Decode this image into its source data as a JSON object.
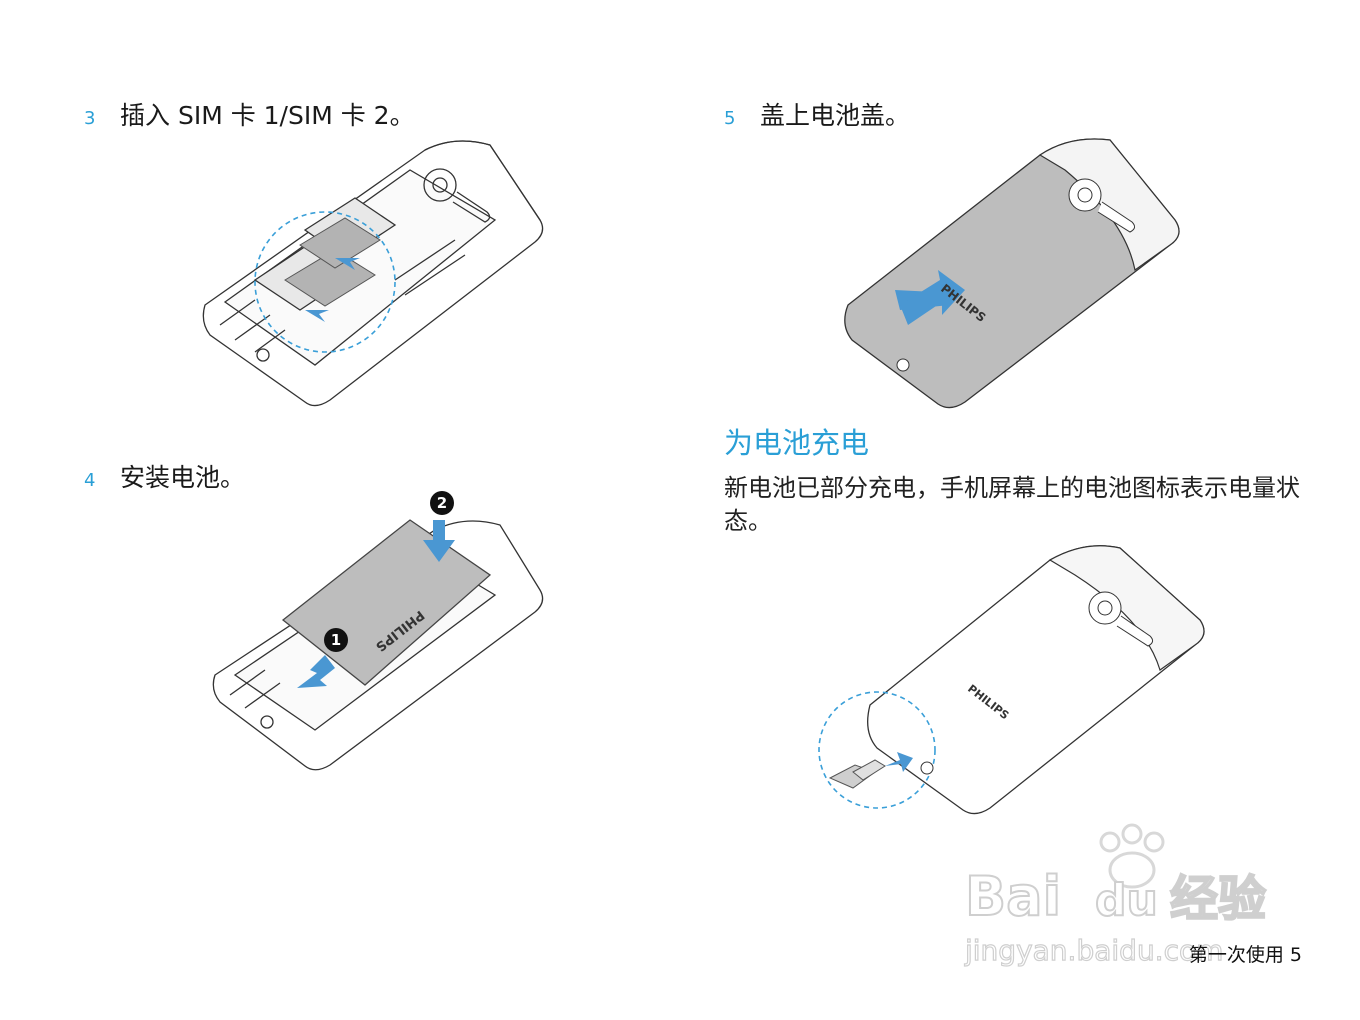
{
  "steps": [
    {
      "num": "3",
      "text": "插入 SIM 卡 1/SIM 卡 2。"
    },
    {
      "num": "4",
      "text": "安装电池。"
    },
    {
      "num": "5",
      "text": "盖上电池盖。"
    }
  ],
  "section": {
    "title": "为电池充电",
    "body": "新电池已部分充电，手机屏幕上的电池图标表示电量状态。"
  },
  "illustrations": {
    "battery_brand": "PHILIPS",
    "cover_brand": "PHILIPS",
    "charge_brand": "PHILIPS",
    "callout_1": "1",
    "callout_2": "2"
  },
  "watermark": {
    "brand": "Bai",
    "brand2": "du",
    "cn": "经验",
    "url": "jingyan.baidu.com"
  },
  "footer": {
    "text": "第一次使用 5"
  },
  "colors": {
    "accent": "#2a9fd6",
    "arrow": "#4a97d2",
    "cover": "#bdbdbd"
  }
}
